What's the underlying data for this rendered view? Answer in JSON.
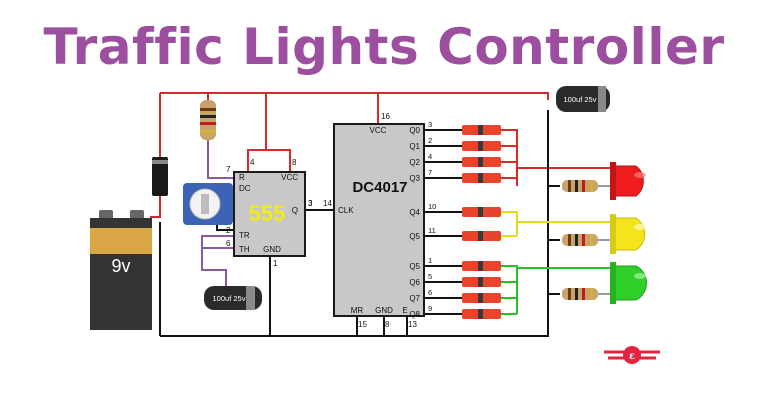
{
  "title": "Traffic Lights Controller",
  "colors": {
    "title": "#9b4f9e",
    "wire_red": "#d82a2a",
    "wire_black": "#111111",
    "wire_purple": "#8a5aa0",
    "wire_yellow": "#e4dd1f",
    "wire_green": "#27c22a",
    "chip": "#c8c8c8",
    "timer_label": "#f2ea1a",
    "led_red": "#ee1c1c",
    "led_yellow": "#f3e41c",
    "led_green": "#2fd02a",
    "diode": "#e8432b",
    "logo": "#e4233e"
  },
  "battery": {
    "label": "9v"
  },
  "timer_chip": {
    "label": "555",
    "pins": {
      "R": "R",
      "DC": "DC",
      "VCC": "VCC",
      "TR": "TR",
      "TH": "TH",
      "GND": "GND",
      "Q": "Q"
    },
    "pin_numbers": {
      "r": "4",
      "vcc": "8",
      "dc": "7",
      "tr": "2",
      "th": "6",
      "gnd": "1",
      "q": "3"
    }
  },
  "counter_chip": {
    "label": "DC4017",
    "pins": {
      "VCC": "VCC",
      "CLK": "CLK",
      "MR": "MR",
      "GND": "GND",
      "E": "E"
    },
    "outputs": [
      "Q0",
      "Q1",
      "Q2",
      "Q3",
      "Q4",
      "Q5",
      "Q5",
      "Q6",
      "Q7",
      "Q8"
    ],
    "output_numbers": [
      "3",
      "2",
      "4",
      "7",
      "10",
      "11",
      "1",
      "5",
      "6",
      "9"
    ],
    "pin_numbers": {
      "vcc": "16",
      "clk": "14",
      "mr": "15",
      "gnd": "8",
      "e": "13"
    }
  },
  "capacitors": {
    "top": "100uf 25v",
    "bottom": "100uf 25v"
  },
  "clk_wire_number": "3"
}
